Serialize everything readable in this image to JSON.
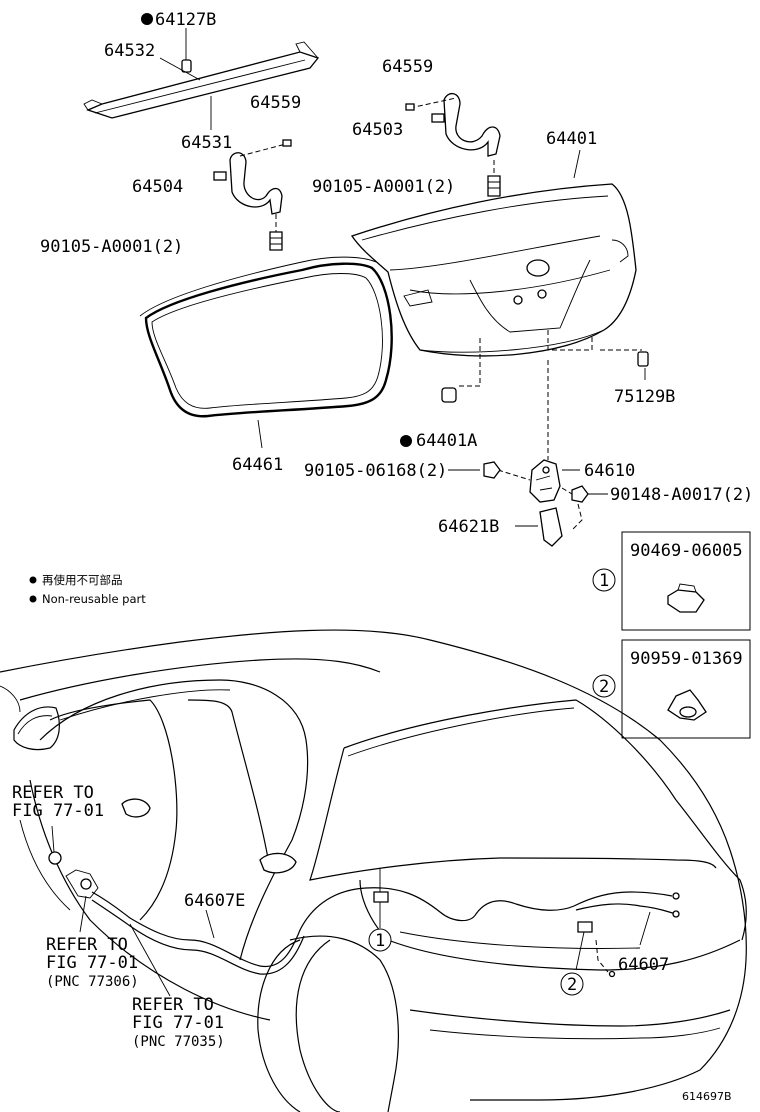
{
  "labels": {
    "p64127B": "64127B",
    "p64532": "64532",
    "p64531": "64531",
    "p64559a": "64559",
    "p64504": "64504",
    "p90105a": "90105-A0001(2)",
    "p64559b": "64559",
    "p64503": "64503",
    "p90105b": "90105-A0001(2)",
    "p64401": "64401",
    "p75129B": "75129B",
    "p64401A": "64401A",
    "p64461": "64461",
    "p90105_06168": "90105-06168(2)",
    "p64610": "64610",
    "p90148": "90148-A0017(2)",
    "p64621B": "64621B",
    "p64607E": "64607E",
    "p64607": "64607"
  },
  "legend": {
    "jp": "再使用不可部品",
    "en": "Non-reusable part"
  },
  "clips": {
    "c1": {
      "num": "1",
      "part": "90469-06005"
    },
    "c2": {
      "num": "2",
      "part": "90959-01369"
    }
  },
  "refs": {
    "r1_l1": "REFER TO",
    "r1_l2": "FIG 77-01",
    "r2_l1": "REFER TO",
    "r2_l2": "FIG 77-01",
    "r2_l3": "(PNC 77306)",
    "r3_l1": "REFER TO",
    "r3_l2": "FIG 77-01",
    "r3_l3": "(PNC 77035)"
  },
  "markers": {
    "m1": "1",
    "m2": "2"
  },
  "figure_id": "614697B"
}
